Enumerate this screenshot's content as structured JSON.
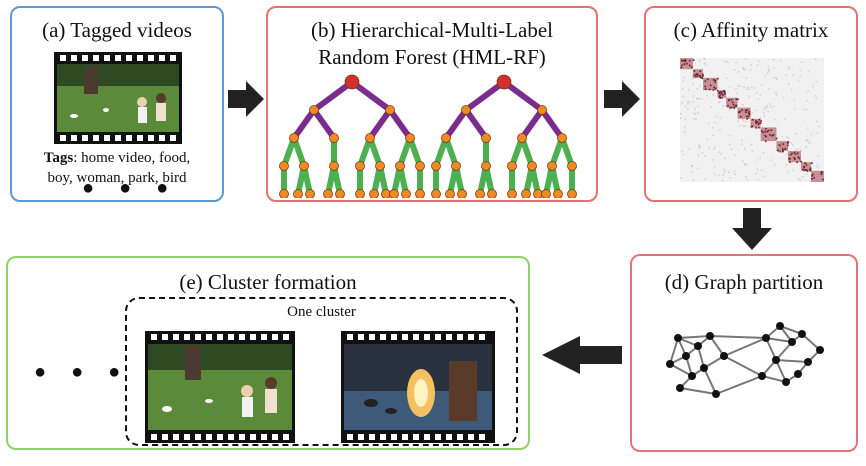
{
  "panels": {
    "a": {
      "title": "(a) Tagged videos",
      "tags_label": "Tags",
      "tags_line1": ": home video, food,",
      "tags_line2": "boy, woman, park, bird",
      "ellipsis": "● ● ●"
    },
    "b": {
      "title_line1": "(b) Hierarchical-Multi-Label",
      "title_line2": "Random Forest (HML-RF)"
    },
    "c": {
      "title": "(c) Affinity matrix"
    },
    "d": {
      "title": "(d) Graph partition"
    },
    "e": {
      "title": "(e) Cluster formation",
      "cluster_label": "One cluster",
      "ellipsis": "● ● ●"
    }
  },
  "colors": {
    "blue_border": "#5b9bd5",
    "red_border": "#e57373",
    "green_border": "#8fd16a",
    "tree_root": "#d32f2f",
    "tree_branch": "#7b2d8e",
    "tree_leaf_branch": "#4caf50",
    "tree_node": "#f08a24",
    "matrix_diag": "#a0424a",
    "arrow": "#222222"
  },
  "icons": [
    "film-strip-icon",
    "tree-icon",
    "graph-icon",
    "arrow-right-icon",
    "arrow-down-icon",
    "arrow-left-icon"
  ]
}
